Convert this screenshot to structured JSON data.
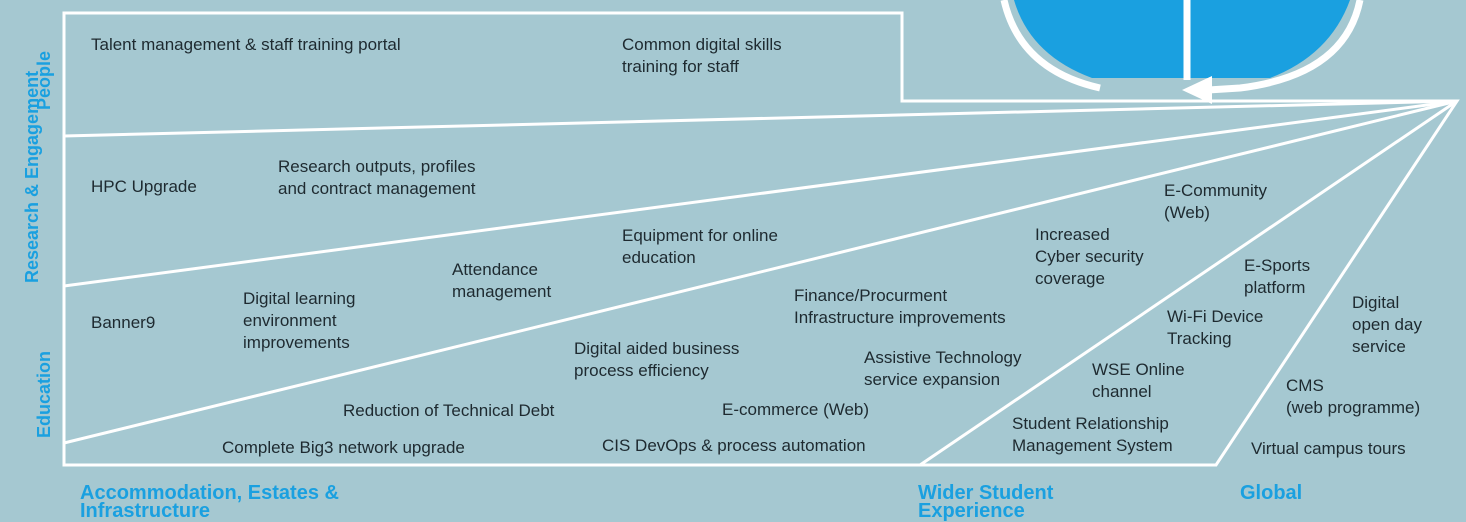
{
  "colors": {
    "background": "#a5c8d1",
    "line": "#ffffff",
    "accent": "#1aa0e0",
    "text": "#1e2a30"
  },
  "side_labels": {
    "people": "People",
    "research": "Research &\nEngagement",
    "education": "Education"
  },
  "bottom_labels": {
    "aei": "Accommodation, Estates &\nInfrastructure",
    "wse": "Wider Student\nExperience",
    "global": "Global"
  },
  "items": {
    "talent": "Talent management & staff training portal",
    "skills": "Common digital skills\ntraining for staff",
    "hpc": "HPC Upgrade",
    "research_outputs": "Research outputs, profiles\nand contract management",
    "banner9": "Banner9",
    "dle": "Digital learning\nenvironment\nimprovements",
    "attendance": "Attendance\nmanagement",
    "equipment": "Equipment for online\neducation",
    "dabpe": "Digital aided business\nprocess efficiency",
    "tech_debt": "Reduction of Technical Debt",
    "big3": "Complete Big3 network upgrade",
    "finance": "Finance/Procurment\nInfrastructure improvements",
    "assistive": "Assistive Technology\nservice expansion",
    "ecommerce": "E-commerce (Web)",
    "devops": "CIS DevOps & process automation",
    "cyber": "Increased\nCyber security\ncoverage",
    "ecommunity": "E-Community\n(Web)",
    "esports": "E-Sports\nplatform",
    "wifi": "Wi-Fi Device\nTracking",
    "wse_online": "WSE Online\nchannel",
    "srms": "Student Relationship\nManagement System",
    "open_day": "Digital\nopen day\nservice",
    "cms": "CMS\n(web programme)",
    "virtual_tours": "Virtual campus tours"
  }
}
